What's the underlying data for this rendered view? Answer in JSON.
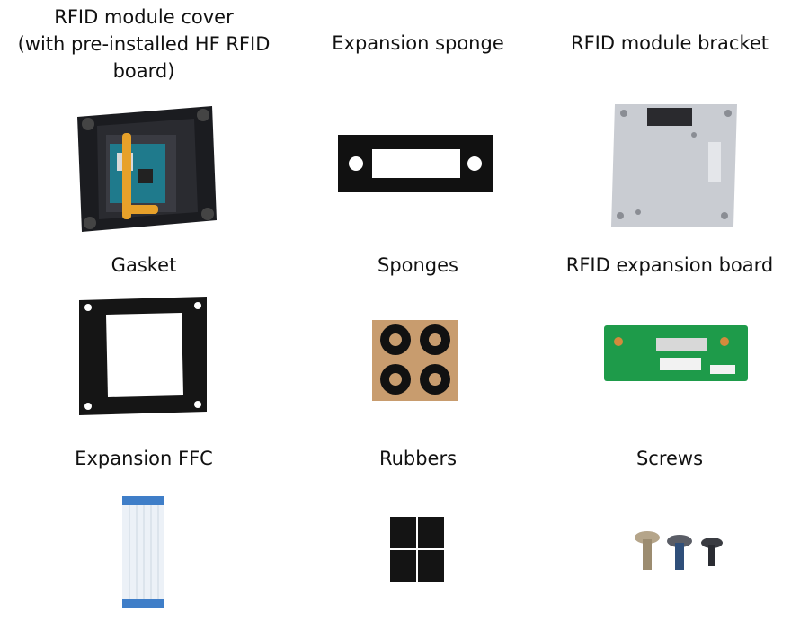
{
  "items": [
    {
      "label_lines": [
        "RFID module cover",
        "(with pre-installed HF RFID",
        "board)"
      ],
      "icon": "rfid-module-cover-icon"
    },
    {
      "label": "Expansion sponge",
      "icon": "expansion-sponge-icon"
    },
    {
      "label": "RFID module bracket",
      "icon": "rfid-module-bracket-icon"
    },
    {
      "label": "Gasket",
      "icon": "gasket-icon"
    },
    {
      "label": "Sponges",
      "icon": "sponges-icon"
    },
    {
      "label": "RFID expansion board",
      "icon": "rfid-expansion-board-icon"
    },
    {
      "label": "Expansion FFC",
      "icon": "expansion-ffc-icon"
    },
    {
      "label": "Rubbers",
      "icon": "rubbers-icon"
    },
    {
      "label": "Screws",
      "icon": "screws-icon"
    }
  ]
}
